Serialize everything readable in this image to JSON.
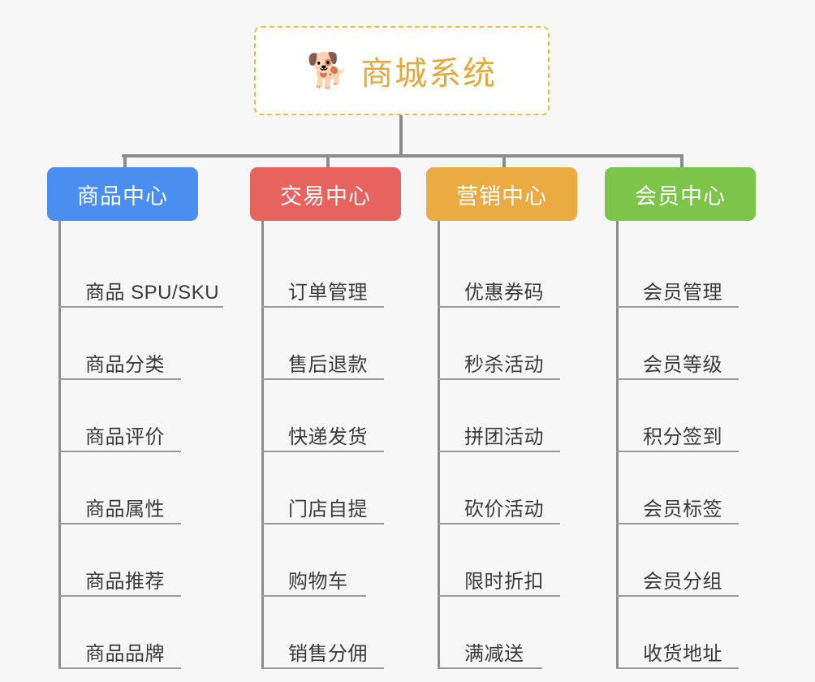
{
  "page": {
    "background_color": "#f7f7f7",
    "connector_color": "#8c8c8c",
    "item_text_color": "#3a3a3a",
    "item_rule_color": "#9a9a9a"
  },
  "root": {
    "icon": "shiba-dog-face-emoji",
    "icon_glyph": "🐕",
    "title": "商城系统",
    "title_color": "#e2a93c",
    "border_color": "#f0b93f",
    "background_color": "#ffffff"
  },
  "categories": [
    {
      "label": "商品中心",
      "color": "#4a8ef0",
      "items": [
        {
          "label": "商品 SPU/SKU",
          "rule_width": 203
        },
        {
          "label": "商品分类",
          "rule_width": 151
        },
        {
          "label": "商品评价",
          "rule_width": 151
        },
        {
          "label": "商品属性",
          "rule_width": 151
        },
        {
          "label": "商品推荐",
          "rule_width": 151
        },
        {
          "label": "商品品牌",
          "rule_width": 151
        }
      ]
    },
    {
      "label": "交易中心",
      "color": "#e6635e",
      "items": [
        {
          "label": "订单管理",
          "rule_width": 151
        },
        {
          "label": "售后退款",
          "rule_width": 151
        },
        {
          "label": "快递发货",
          "rule_width": 151
        },
        {
          "label": "门店自提",
          "rule_width": 151
        },
        {
          "label": "购物车",
          "rule_width": 129
        },
        {
          "label": "销售分佣",
          "rule_width": 151
        }
      ]
    },
    {
      "label": "营销中心",
      "color": "#e9ab42",
      "items": [
        {
          "label": "优惠券码",
          "rule_width": 151
        },
        {
          "label": "秒杀活动",
          "rule_width": 151
        },
        {
          "label": "拼团活动",
          "rule_width": 151
        },
        {
          "label": "砍价活动",
          "rule_width": 151
        },
        {
          "label": "限时折扣",
          "rule_width": 151
        },
        {
          "label": "满减送",
          "rule_width": 129
        }
      ]
    },
    {
      "label": "会员中心",
      "color": "#7cc44a",
      "items": [
        {
          "label": "会员管理",
          "rule_width": 151
        },
        {
          "label": "会员等级",
          "rule_width": 151
        },
        {
          "label": "积分签到",
          "rule_width": 151
        },
        {
          "label": "会员标签",
          "rule_width": 151
        },
        {
          "label": "会员分组",
          "rule_width": 151
        },
        {
          "label": "收货地址",
          "rule_width": 151
        }
      ]
    }
  ]
}
